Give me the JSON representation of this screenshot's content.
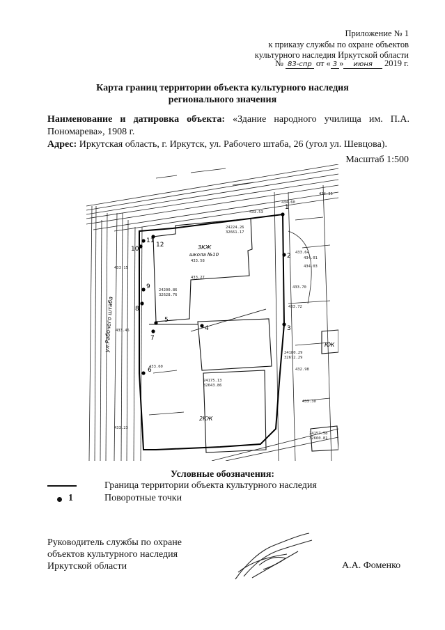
{
  "header": {
    "line1": "Приложение № 1",
    "line2": "к приказу службы по охране объектов",
    "line3": "культурного наследия Иркутской области",
    "number_prefix": "№",
    "number_value": "83-спр",
    "date_prefix": "от «",
    "date_day": "3",
    "date_mid": "»",
    "date_month": "июня",
    "year": "2019 г."
  },
  "title": {
    "line1": "Карта границ территории объекта культурного наследия",
    "line2": "регионального значения"
  },
  "object": {
    "name_label": "Наименование и датировка объекта:",
    "name_value": "«Здание народного училища им. П.А. Пономарева», 1908 г.",
    "address_label": "Адрес:",
    "address_value": "Иркутская область, г. Иркутск, ул. Рабочего штаба, 26 (угол ул. Шевцова)."
  },
  "scale": "Масштаб 1:500",
  "map": {
    "building_label_1": "3КЖ",
    "building_label_2": "школа №10",
    "building_label_3": "2КЖ",
    "building_label_4": "КЖ",
    "street_label": "ул.Рабочего штаба",
    "points": [
      "1",
      "2",
      "3",
      "4",
      "5",
      "6",
      "7",
      "8",
      "9",
      "10",
      "11",
      "12"
    ],
    "elevations": [
      "433.15",
      "433.58",
      "433.64",
      "434.01",
      "434.03",
      "433.70",
      "433.45",
      "433.27",
      "433.23",
      "434.35",
      "433.60",
      "433.72",
      "434.60",
      "433.53",
      "433.30",
      "432.98"
    ],
    "coords": [
      "24224.26",
      "32661.17",
      "24200.86",
      "32628.76",
      "24175.13",
      "32643.86",
      "24180.29",
      "32672.29",
      "24157.58",
      "32660.81"
    ]
  },
  "legend": {
    "title": "Условные обозначения:",
    "boundary_label": "Граница территории объекта культурного наследия",
    "point_symbol_num": "1",
    "point_label": "Поворотные точки"
  },
  "signature": {
    "line1": "Руководитель службы по охране",
    "line2": "объектов культурного наследия",
    "line3": "Иркутской области",
    "name": "А.А. Фоменко"
  }
}
